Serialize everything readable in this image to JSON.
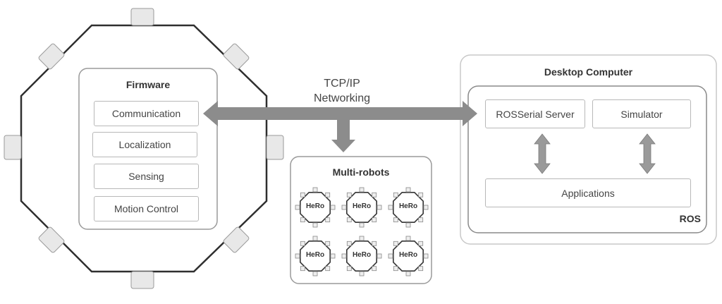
{
  "firmware": {
    "title": "Firmware",
    "modules": [
      "Communication",
      "Localization",
      "Sensing",
      "Motion Control"
    ]
  },
  "network": {
    "line1": "TCP/IP",
    "line2": "Networking"
  },
  "multi_robots": {
    "title": "Multi-robots",
    "robot_label": "HeRo",
    "robots": [
      "HeRo",
      "HeRo",
      "HeRo",
      "HeRo",
      "HeRo",
      "HeRo"
    ]
  },
  "desktop": {
    "title": "Desktop Computer",
    "ros_label": "ROS",
    "rosserial": "ROSSerial Server",
    "simulator": "Simulator",
    "applications": "Applications"
  },
  "colors": {
    "arrow": "#8c8c8c",
    "outline": "#b8b8b8",
    "robot_outline": "#333333"
  }
}
